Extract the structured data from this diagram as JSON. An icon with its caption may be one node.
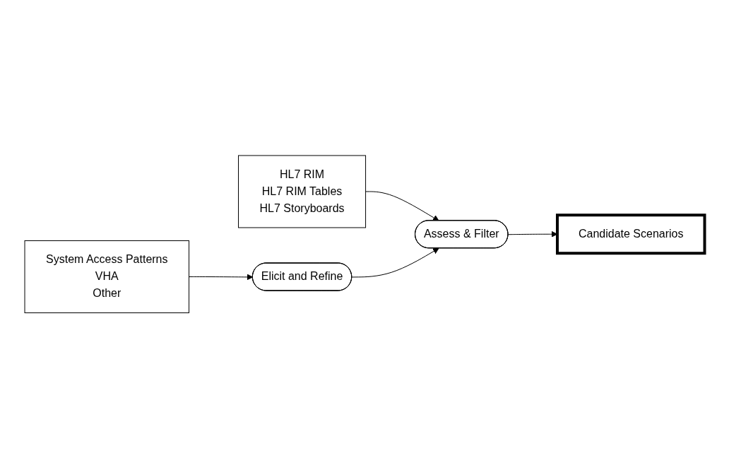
{
  "diagram": {
    "nodes": [
      {
        "text": [
          "HL7 RIM",
          "HL7 RIM Tables",
          "HL7 Storyboards"
        ]
      },
      {
        "text": [
          "Assess & Filter"
        ]
      },
      {
        "text": [
          "Candidate Scenarios"
        ]
      },
      {
        "text": [
          "Elicit and Refine"
        ]
      },
      {
        "text": [
          "System Access Patterns",
          "VHA",
          "Other"
        ]
      }
    ],
    "edges": [
      {
        "from": 0,
        "to": 1,
        "arrow": "to"
      },
      {
        "from": 1,
        "to": 2,
        "arrow": "to"
      },
      {
        "from": 3,
        "to": 1,
        "arrow": "to"
      },
      {
        "from": 4,
        "to": 3,
        "arrow": "to"
      }
    ]
  }
}
